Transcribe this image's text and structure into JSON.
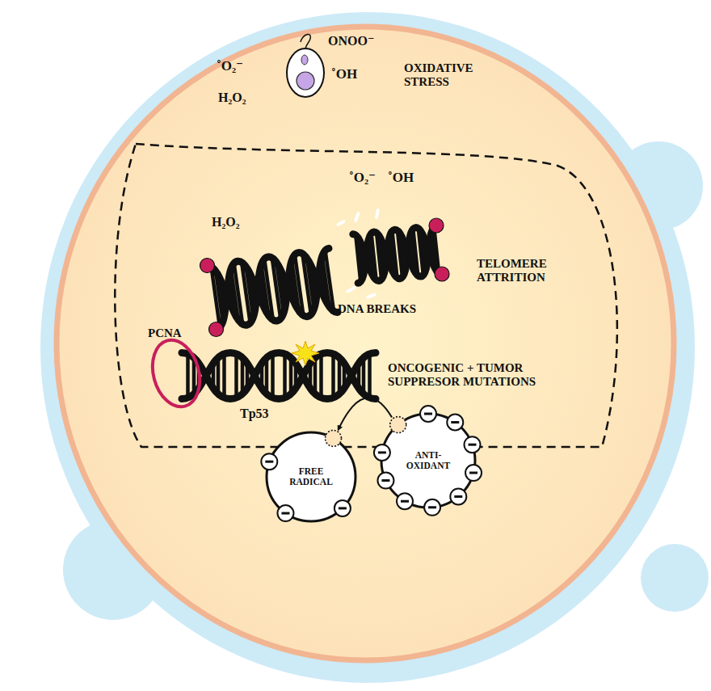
{
  "diagram": {
    "nodes": [
      {
        "text": [
          "FREE RADICAL"
        ]
      },
      {
        "text": [
          "ANTI- OXIDANT"
        ]
      }
    ],
    "edges": [
      {
        "from": 1,
        "to": 0,
        "arrow": "to"
      }
    ],
    "labels": [
      "˚O₂⁻",
      "ONOO⁻",
      "˚OH",
      "H₂O₂",
      "OXIDATIVE STRESS",
      "˚O₂⁻",
      "˚OH",
      "H₂O₂",
      "TELOMERE ATTRITION",
      "DNA BREAKS",
      "PCNA",
      "ONCOGENIC + TUMOR SUPPRESOR MUTATIONS",
      "Tp53"
    ]
  }
}
